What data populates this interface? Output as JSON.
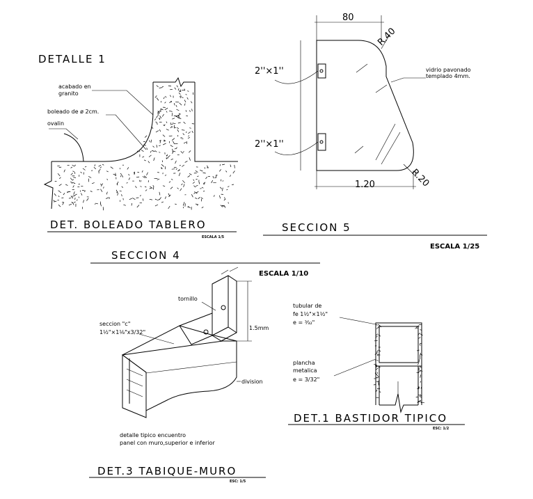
{
  "detalle1": {
    "heading": "DETALLE 1",
    "label_acabado_1": "acabado en",
    "label_acabado_2": "granito",
    "label_boleado": "boleado  de ø 2cm.",
    "label_ovalin": "ovalin",
    "title": "DET. BOLEADO TABLERO",
    "scale": "ESCALA 1/5"
  },
  "seccion5": {
    "dim_top": "80",
    "dim_bottom": "1.20",
    "radius_top": "R.40",
    "radius_bottom": "R.20",
    "hinge_top": "2''×1''",
    "hinge_bottom": "2''×1''",
    "glass_label_1": "vidrio pavonado",
    "glass_label_2": "templado 4mm.",
    "title": "SECCION 5",
    "scale": "ESCALA 1/25"
  },
  "seccion4": {
    "title": "SECCION 4",
    "scale": "ESCALA 1/10"
  },
  "det3": {
    "label_tornillo": "tornillo",
    "label_seccion_1": "seccion \"c\"",
    "label_seccion_2": "1½\"×1⅛\"x3/32\"",
    "dim_height": "1.5mm",
    "label_division": "division",
    "note_1": "detalle tipico encuentro",
    "note_2": "panel con muro,superior e inferior",
    "title": "DET.3 TABIQUE-MURO",
    "scale": "ESC: 1/5"
  },
  "bastidor": {
    "label_tubular_1": "tubular de",
    "label_tubular_2": "fe 1½\"×1½\"",
    "label_tubular_3": "e = ³⁄₃₂\"",
    "label_plancha_1": "plancha",
    "label_plancha_2": "metalica",
    "label_plancha_3": "e = 3/32\"",
    "title": "DET.1 BASTIDOR TIPICO",
    "scale": "ESC: 1/2"
  }
}
